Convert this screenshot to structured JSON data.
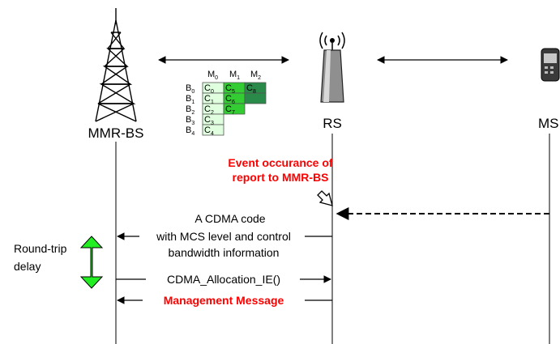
{
  "nodes": {
    "bs": "MMR-BS",
    "rs": "RS",
    "ms": "MS"
  },
  "matrix": {
    "m0": "M",
    "m0_sub": "0",
    "m1": "M",
    "m1_sub": "1",
    "m2": "M",
    "m2_sub": "2",
    "rows": [
      {
        "b": "B",
        "sub": "0",
        "color": "#f0a0f0"
      },
      {
        "b": "B",
        "sub": "1",
        "color": "#cc00cc"
      },
      {
        "b": "B",
        "sub": "2",
        "color": "#cc2222"
      },
      {
        "b": "B",
        "sub": "3",
        "color": "#800000"
      },
      {
        "b": "B",
        "sub": "4",
        "color": "#000000"
      }
    ],
    "cells": {
      "c0": "C",
      "c0_sub": "0",
      "c1": "C",
      "c1_sub": "1",
      "c2": "C",
      "c2_sub": "2",
      "c3": "C",
      "c3_sub": "3",
      "c4": "C",
      "c4_sub": "4",
      "c5": "C",
      "c5_sub": "5",
      "c6": "C",
      "c6_sub": "6",
      "c7": "C",
      "c7_sub": "7",
      "c8": "C",
      "c8_sub": "8"
    }
  },
  "event_line1": "Event occurance of",
  "event_line2": "report to MMR-BS",
  "msg1_line1": "A CDMA code",
  "msg1_line2": "with MCS level and control",
  "msg1_line3": "bandwidth information",
  "msg2": "CDMA_Allocation_IE()",
  "msg3": "Management Message",
  "rtt_line1": "Round-trip",
  "rtt_line2": "delay",
  "colors": {
    "red_text": "#ff0000",
    "rtt_arrow": "#00ff00"
  }
}
